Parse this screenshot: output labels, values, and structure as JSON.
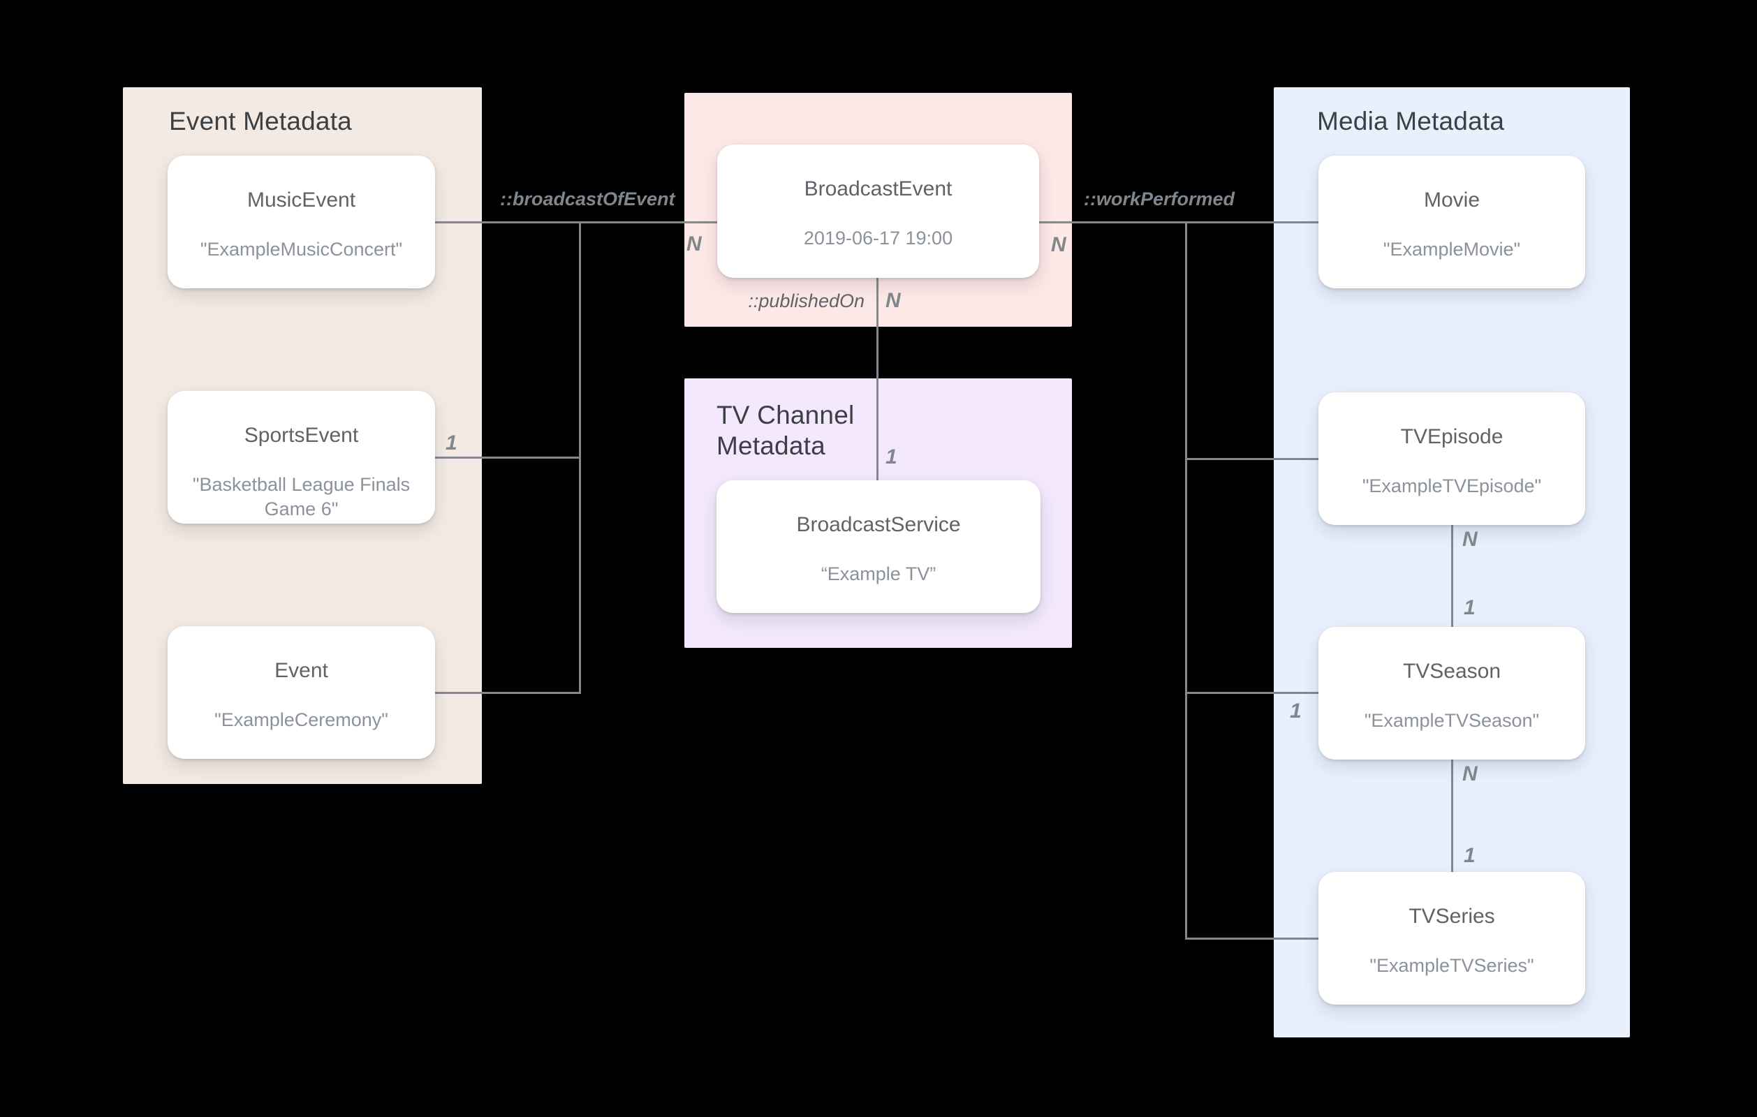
{
  "diagram": {
    "background": "#000000",
    "line_color": "#82888e",
    "colors": {
      "event_panel": "#f3eae3",
      "broadcast_panel": "#fce8e6",
      "tv_channel_panel": "#f3e8fd",
      "media_panel": "#e8f0fe",
      "card": "#ffffff",
      "panel_title_text": "#3c4043",
      "card_title_text": "#5f6368",
      "card_value_text": "#8b929a",
      "label_text": "#80868b"
    }
  },
  "panels": {
    "event": {
      "title": "Event Metadata"
    },
    "tv_channel": {
      "title": "TV Channel Metadata"
    },
    "media": {
      "title": "Media Metadata"
    }
  },
  "cards": {
    "music_event": {
      "title": "MusicEvent",
      "value": "\"ExampleMusicConcert\""
    },
    "sports_event": {
      "title": "SportsEvent",
      "value": "\"Basketball League Finals Game 6\""
    },
    "event": {
      "title": "Event",
      "value": "\"ExampleCeremony\""
    },
    "broadcast_event": {
      "title": "BroadcastEvent",
      "value": "2019-06-17 19:00"
    },
    "broadcast_service": {
      "title": "BroadcastService",
      "value": "“Example TV”"
    },
    "movie": {
      "title": "Movie",
      "value": "\"ExampleMovie\""
    },
    "tv_episode": {
      "title": "TVEpisode",
      "value": "\"ExampleTVEpisode\""
    },
    "tv_season": {
      "title": "TVSeason",
      "value": "\"ExampleTVSeason\""
    },
    "tv_series": {
      "title": "TVSeries",
      "value": "\"ExampleTVSeries\""
    }
  },
  "relations": {
    "broadcast_of_event": "::broadcastOfEvent",
    "work_performed": "::workPerformed",
    "published_on": "::publishedOn"
  },
  "cardinalities": {
    "n_bevent_left": "N",
    "n_bevent_right": "N",
    "n_published": "N",
    "one_published": "1",
    "one_sports": "1",
    "n_episode": "N",
    "one_episode": "1",
    "one_season_left": "1",
    "n_season": "N",
    "one_season": "1"
  }
}
